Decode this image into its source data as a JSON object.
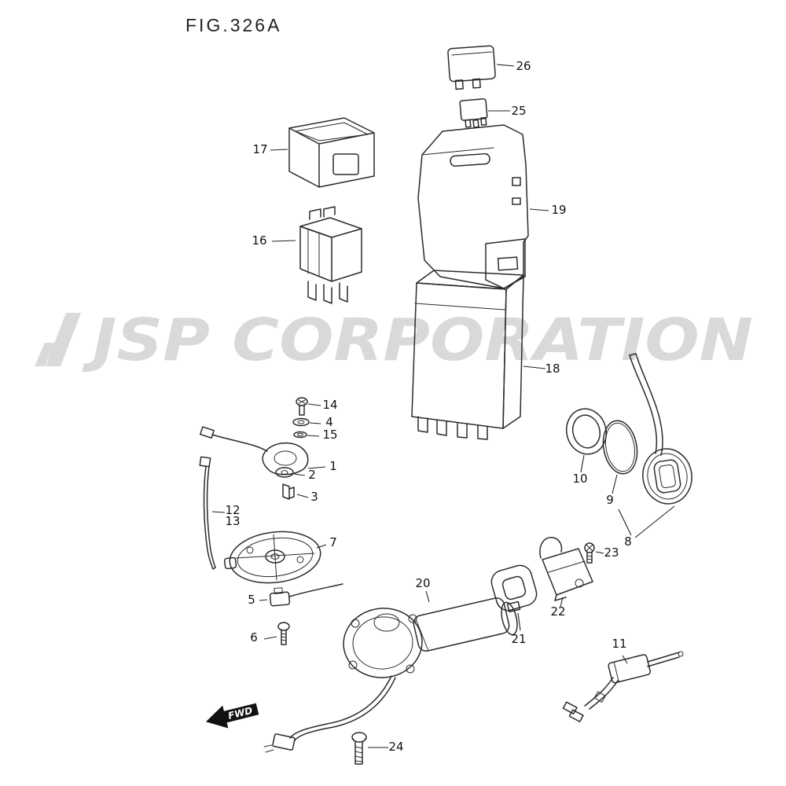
{
  "figure": {
    "title": "FIG.326A",
    "watermark": "JSP CORPORATION",
    "fwd": "FWD"
  },
  "colors": {
    "line": "#2b2b2b",
    "watermark": "#d9d9d9",
    "label": "#111111",
    "background": "#ffffff"
  },
  "labels": {
    "p1": "1",
    "p2": "2",
    "p3": "3",
    "p4": "4",
    "p5": "5",
    "p6": "6",
    "p7": "7",
    "p8": "8",
    "p9": "9",
    "p10": "10",
    "p11": "11",
    "p12": "12",
    "p13": "13",
    "p14": "14",
    "p15": "15",
    "p16": "16",
    "p17": "17",
    "p18": "18",
    "p19": "19",
    "p20": "20",
    "p21": "21",
    "p22": "22",
    "p23": "23",
    "p24": "24",
    "p25": "25",
    "p26": "26"
  }
}
